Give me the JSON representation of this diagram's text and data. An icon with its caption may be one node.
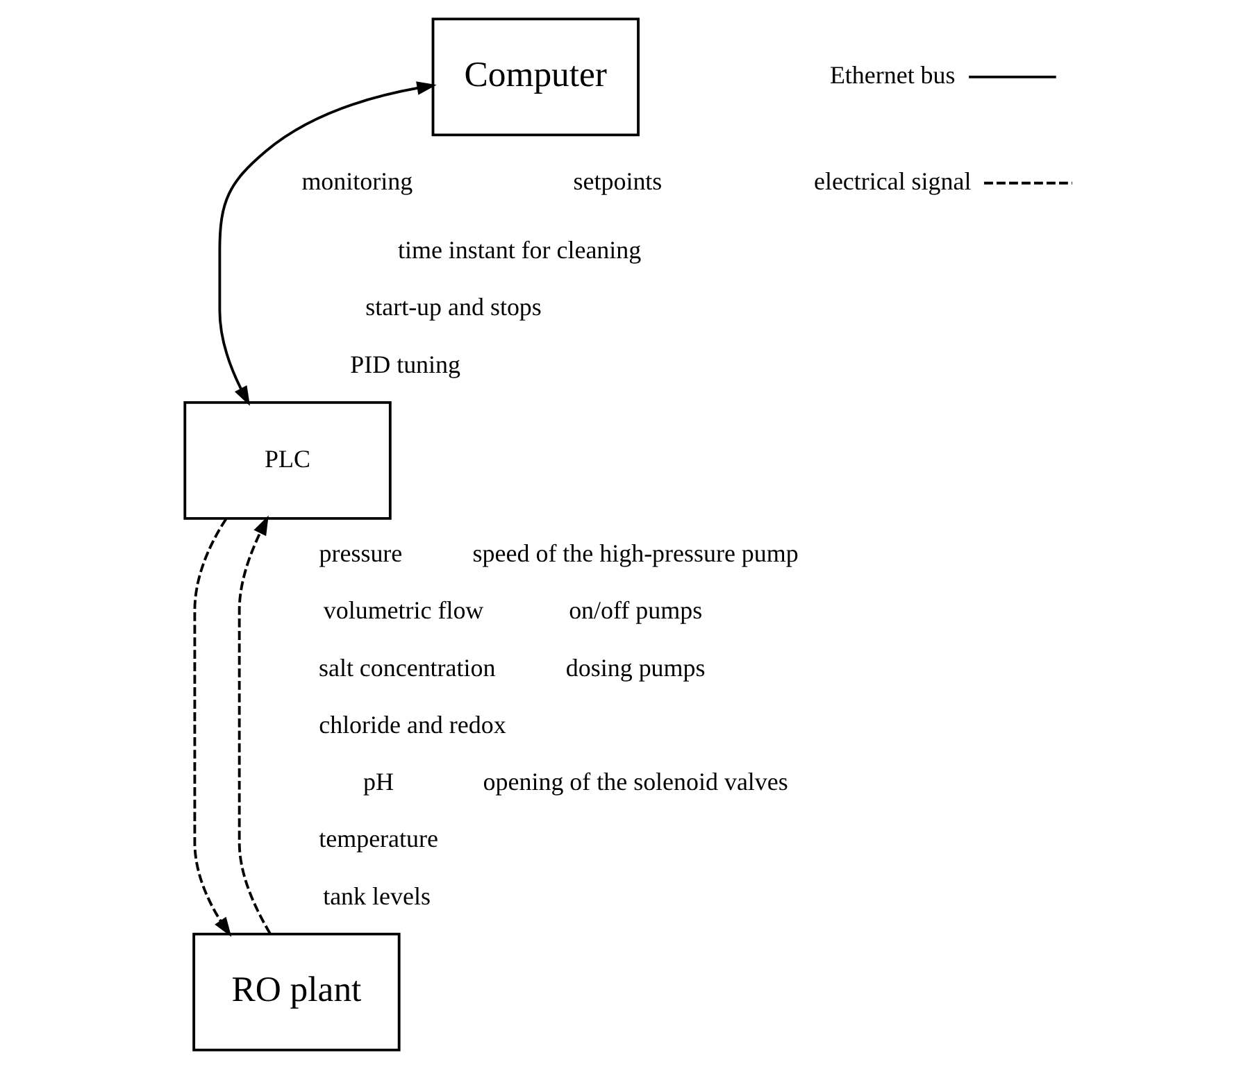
{
  "diagram": {
    "nodes": [
      {
        "text": [
          "Computer"
        ]
      },
      {
        "text": [
          "PLC"
        ]
      },
      {
        "text": [
          "RO plant"
        ]
      }
    ],
    "edges": [
      {
        "from": 0,
        "to": 1,
        "arrow": "both"
      },
      {
        "from": 2,
        "to": 1,
        "arrow": "to",
        "style": "dashed"
      },
      {
        "from": 1,
        "to": 2,
        "arrow": "to",
        "style": "dashed"
      }
    ],
    "labels": [
      "setpoints",
      "monitoring",
      "time instant for cleaning",
      "start-up and stops",
      "PID tuning",
      "pressure",
      "volumetric flow",
      "salt concentration",
      "chloride and redox",
      "pH",
      "temperature",
      "tank levels",
      "speed of the high-pressure pump",
      "on/off pumps",
      "dosing pumps",
      "opening of the solenoid valves"
    ],
    "legend": [
      {
        "text": "Ethernet bus"
      },
      {
        "text": "electrical signal"
      }
    ]
  }
}
